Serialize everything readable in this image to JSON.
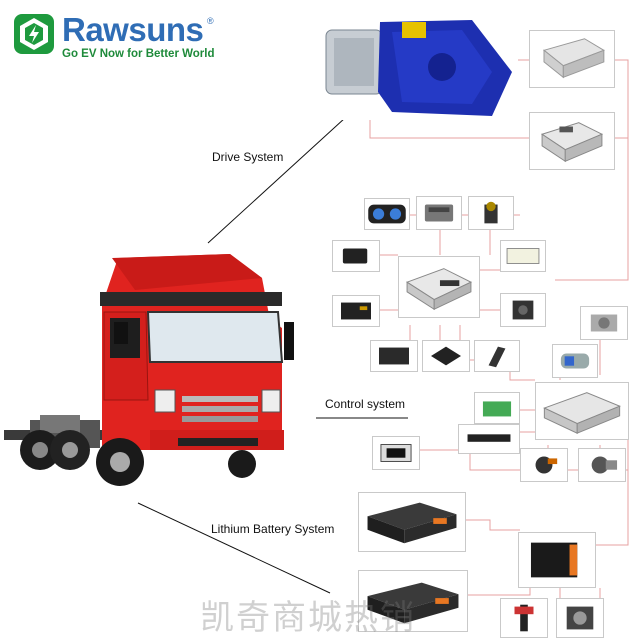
{
  "logo": {
    "brand": "Rawsuns",
    "registered": "®",
    "tagline": "Go EV Now for Better World",
    "colors": {
      "blue": "#2f6db5",
      "green": "#1e9a3e"
    }
  },
  "labels": {
    "drive_system": "Drive System",
    "control_system": "Control system",
    "battery_system": "Lithium Battery System"
  },
  "watermark": "凯奇商城热销",
  "colors": {
    "connector": "#e7a0a0",
    "box_border": "#c9c9c9",
    "truck_red": "#e0231f",
    "motor_blue": "#1d2fb0"
  },
  "icons": [
    "motor-assembly-icon",
    "motor-controller-icon",
    "dc-dc-converter-icon",
    "instrument-cluster-icon",
    "vehicle-control-unit-icon",
    "accelerator-pedal-icon",
    "battery-pack-icon",
    "charger-icon",
    "charging-gun-icon",
    "air-compressor-icon"
  ]
}
